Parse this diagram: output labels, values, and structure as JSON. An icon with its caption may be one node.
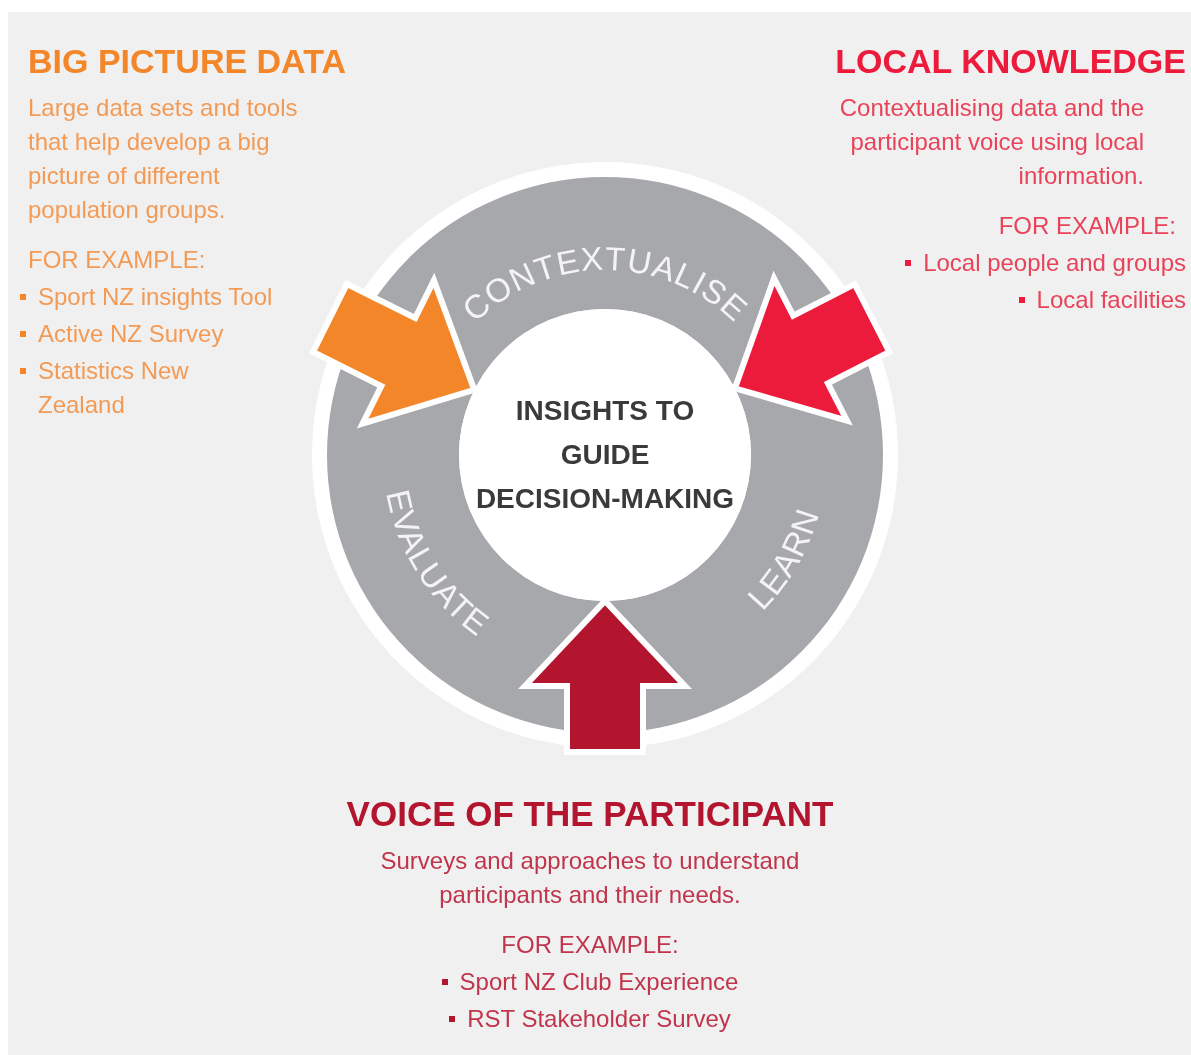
{
  "diagram": {
    "nodes": [
      {
        "text": [
          "BIG PICTURE DATA",
          "Large data sets and tools that help develop a big picture of different population groups.",
          "FOR EXAMPLE:",
          "Sport NZ insights Tool",
          "Active NZ Survey",
          "Statistics New Zealand"
        ]
      },
      {
        "text": [
          "LOCAL KNOWLEDGE",
          "Contextualising data and the participant voice using local information.",
          "FOR EXAMPLE:",
          "Local people and groups",
          "Local facilities"
        ]
      },
      {
        "text": [
          "VOICE OF THE PARTICIPANT",
          "Surveys and approaches to understand participants and their needs.",
          "FOR EXAMPLE:",
          "Sport NZ Club Experience",
          "RST Stakeholder Survey"
        ]
      },
      {
        "text": [
          "CONTEXTUALISE",
          "EVALUATE",
          "LEARN"
        ]
      },
      {
        "text": [
          "INSIGHTS TO GUIDE DECISION-MAKING"
        ],
        "in": 3
      }
    ],
    "edges": [
      {
        "from": 0,
        "to": 4,
        "arrow": "to",
        "style": "thick",
        "color": "#f4862a"
      },
      {
        "from": 1,
        "to": 4,
        "arrow": "to",
        "style": "thick",
        "color": "#ed1b3b"
      },
      {
        "from": 2,
        "to": 4,
        "arrow": "to",
        "style": "thick",
        "color": "#b3152f"
      }
    ]
  }
}
